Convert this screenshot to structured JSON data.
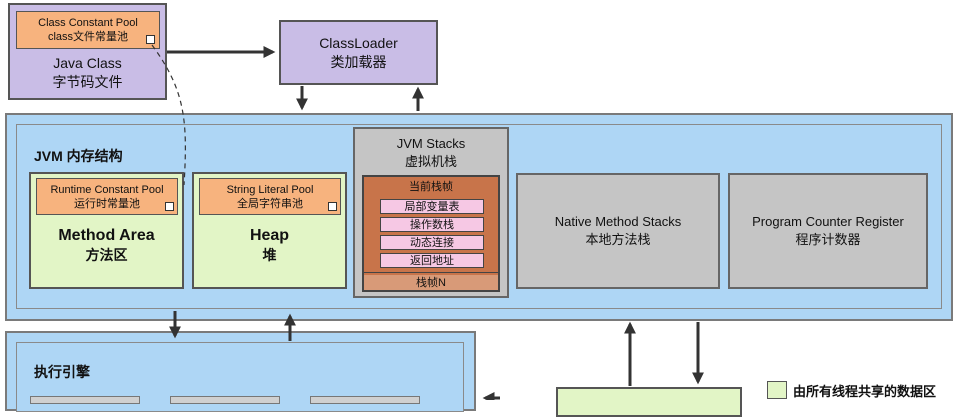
{
  "java_class": {
    "pool_en": "Class Constant Pool",
    "pool_cn": "class文件常量池",
    "title_en": "Java Class",
    "title_cn": "字节码文件"
  },
  "class_loader": {
    "title_en": "ClassLoader",
    "title_cn": "类加载器"
  },
  "jvm_memory": {
    "title": "JVM 内存结构",
    "method_area": {
      "pool_en": "Runtime Constant Pool",
      "pool_cn": "运行时常量池",
      "title_en": "Method Area",
      "title_cn": "方法区"
    },
    "heap": {
      "pool_en": "String Literal Pool",
      "pool_cn": "全局字符串池",
      "title_en": "Heap",
      "title_cn": "堆"
    },
    "jvm_stacks": {
      "title_en": "JVM Stacks",
      "title_cn": "虚拟机栈",
      "current_frame": "当前栈帧",
      "frame_items": [
        "局部变量表",
        "操作数栈",
        "动态连接",
        "返回地址"
      ],
      "frame_n": "栈帧N"
    },
    "native_stacks": {
      "title_en": "Native Method Stacks",
      "title_cn": "本地方法栈"
    },
    "pc_register": {
      "title_en": "Program Counter Register",
      "title_cn": "程序计数器"
    }
  },
  "execution_engine": {
    "title": "执行引擎"
  },
  "legend": {
    "shared_area": "由所有线程共享的数据区"
  },
  "colors": {
    "purple": "#c9bde6",
    "orange": "#f7b37e",
    "green": "#e2f5c6",
    "gray": "#c5c5c5",
    "blue": "#aed6f5",
    "brown": "#c8744a",
    "pink": "#f6c8e4"
  }
}
